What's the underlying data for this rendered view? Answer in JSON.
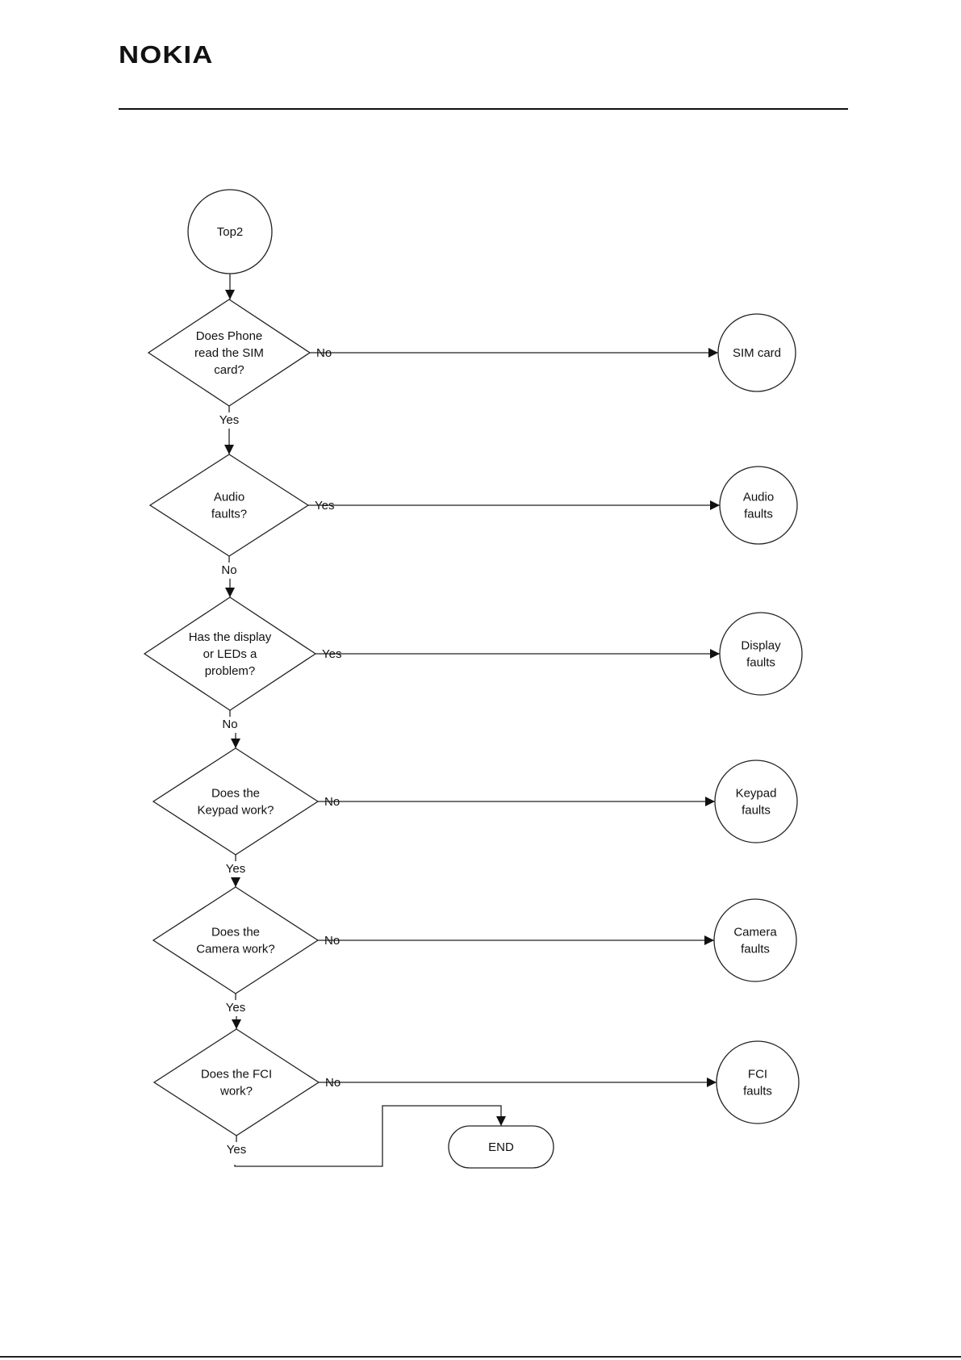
{
  "header": {
    "logo_text": "NOKIA"
  },
  "flowchart": {
    "start": {
      "label": "Top2"
    },
    "decisions": [
      {
        "lines": [
          "Does Phone",
          "read the SIM",
          "card?"
        ],
        "branch_label": "No",
        "next_label": "Yes"
      },
      {
        "lines": [
          "Audio",
          "faults?"
        ],
        "branch_label": "Yes",
        "next_label": "No"
      },
      {
        "lines": [
          "Has the display",
          "or LEDs a",
          "problem?"
        ],
        "branch_label": "Yes",
        "next_label": "No"
      },
      {
        "lines": [
          "Does the",
          "Keypad work?"
        ],
        "branch_label": "No",
        "next_label": "Yes"
      },
      {
        "lines": [
          "Does the",
          "Camera work?"
        ],
        "branch_label": "No",
        "next_label": "Yes"
      },
      {
        "lines": [
          "Does the FCI",
          "work?"
        ],
        "branch_label": "No",
        "next_label": "Yes"
      }
    ],
    "outcomes": [
      {
        "lines": [
          "SIM card"
        ]
      },
      {
        "lines": [
          "Audio",
          "faults"
        ]
      },
      {
        "lines": [
          "Display",
          "faults"
        ]
      },
      {
        "lines": [
          "Keypad",
          "faults"
        ]
      },
      {
        "lines": [
          "Camera",
          "faults"
        ]
      },
      {
        "lines": [
          "FCI",
          "faults"
        ]
      }
    ],
    "end": {
      "label": "END"
    }
  }
}
